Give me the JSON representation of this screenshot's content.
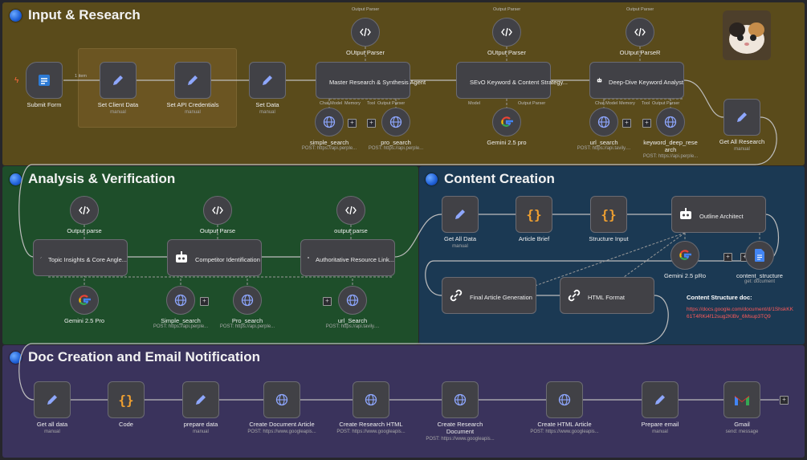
{
  "sections": {
    "input": {
      "title": "Input & Research",
      "color": "#5b4c1a"
    },
    "analysis": {
      "title": "Analysis & Verification",
      "color": "#1f4f2a"
    },
    "content": {
      "title": "Content Creation",
      "color": "#1b3a55"
    },
    "doc": {
      "title": "Doc Creation and Email Notification",
      "color": "#3b345e"
    }
  },
  "input": {
    "submit_form": "Submit Form",
    "edge_items": "1 item",
    "set_client_data": "Set Client Data",
    "set_client_data_sub": "manual",
    "set_api_credentials": "Set API Credentials",
    "set_api_credentials_sub": "manual",
    "set_data": "Set Data",
    "set_data_sub": "manual",
    "output_parser_1": "OUtput Parser",
    "output_parser_2": "OUtput Parser",
    "output_parser_3": "OUtput ParseR",
    "output_parser_tag": "Output Parser",
    "master_research": "Master Research & Synthesis Agent",
    "sevo_keyword": "SEvO Keyword & Content Strategy...",
    "deep_dive": "Deep-Dive Keyword Analyst",
    "simple_search": "simple_search",
    "simple_search_sub": "POST: https://api.perple...",
    "pro_search": "pro_search",
    "pro_search_sub": "POST: https://api.perple...",
    "gemini": "Gemini 2.5 pro",
    "url_search": "url_search",
    "url_search_sub": "POST: https://api.tavily....",
    "keyword_deep": "keyword_deep_rese arch",
    "keyword_deep_sub": "POST: https://api.perple...",
    "get_all_research": "Get All Research",
    "get_all_research_sub": "manual",
    "tag_chat_model": "Chat Model",
    "tag_memory": "Memory",
    "tag_tool": "Tool",
    "tag_model": "Model",
    "tag_output_parser": "Output Parser"
  },
  "analysis": {
    "output_parse_1": "Output parse",
    "output_parse_2": "Output Parse",
    "output_parse_3": "output parse",
    "topic_insights": "Topic Insights & Core Angle...",
    "competitor": "Competitor Identification",
    "authoritative": "Authoritative Resource Link...",
    "gemini": "Gemini 2.5 Pro",
    "simple_search": "Simple_search",
    "simple_search_sub": "POST: https://api.perple...",
    "pro_search": "Pro_search",
    "pro_search_sub": "POST: https://api.perple...",
    "url_search": "url_Search",
    "url_search_sub": "POST: https://api.tavily...."
  },
  "content": {
    "get_all_data": "Get All Data",
    "get_all_data_sub": "manual",
    "article_brief": "Article Brief",
    "structure_input": "Structure Input",
    "outline_architect": "Outline Architect",
    "gemini": "Gemini 2.5 pRo",
    "content_structure": "content_structure",
    "content_structure_sub": "get: document",
    "final_article": "Final Article Generation",
    "html_format": "HTML Format",
    "doc_title": "Content Structure doc:",
    "doc_url": "https://docs.google.com/document/d/1ShskKK61T4RKi4f12sug2KlBv_6Msup3TQ9"
  },
  "doc": {
    "get_all_data": "Get all data",
    "get_all_data_sub": "manual",
    "code": "Code",
    "prepare_data": "prepare data",
    "prepare_data_sub": "manual",
    "create_doc_article": "Create Document Article",
    "create_doc_article_sub": "POST: https://www.googleapis...",
    "create_research_html": "Create Research HTML",
    "create_research_html_sub": "POST: https://www.googleapis...",
    "create_research_doc": "Create Research Document",
    "create_research_doc_sub": "POST: https://www.googleapis...",
    "create_html_article": "Create HTML Article",
    "create_html_article_sub": "POST: https://www.googleapis...",
    "prepare_email": "Prepare email",
    "prepare_email_sub": "manual",
    "gmail": "Gmail",
    "gmail_sub": "send: message"
  },
  "icons": {
    "pencil": "pencil-icon",
    "code": "code-icon",
    "robot": "robot-icon",
    "globe": "globe-icon",
    "link": "link-icon",
    "braces": "braces-icon",
    "google": "google-icon",
    "gmail": "gmail-icon",
    "doc": "google-docs-icon",
    "form": "form-icon"
  }
}
